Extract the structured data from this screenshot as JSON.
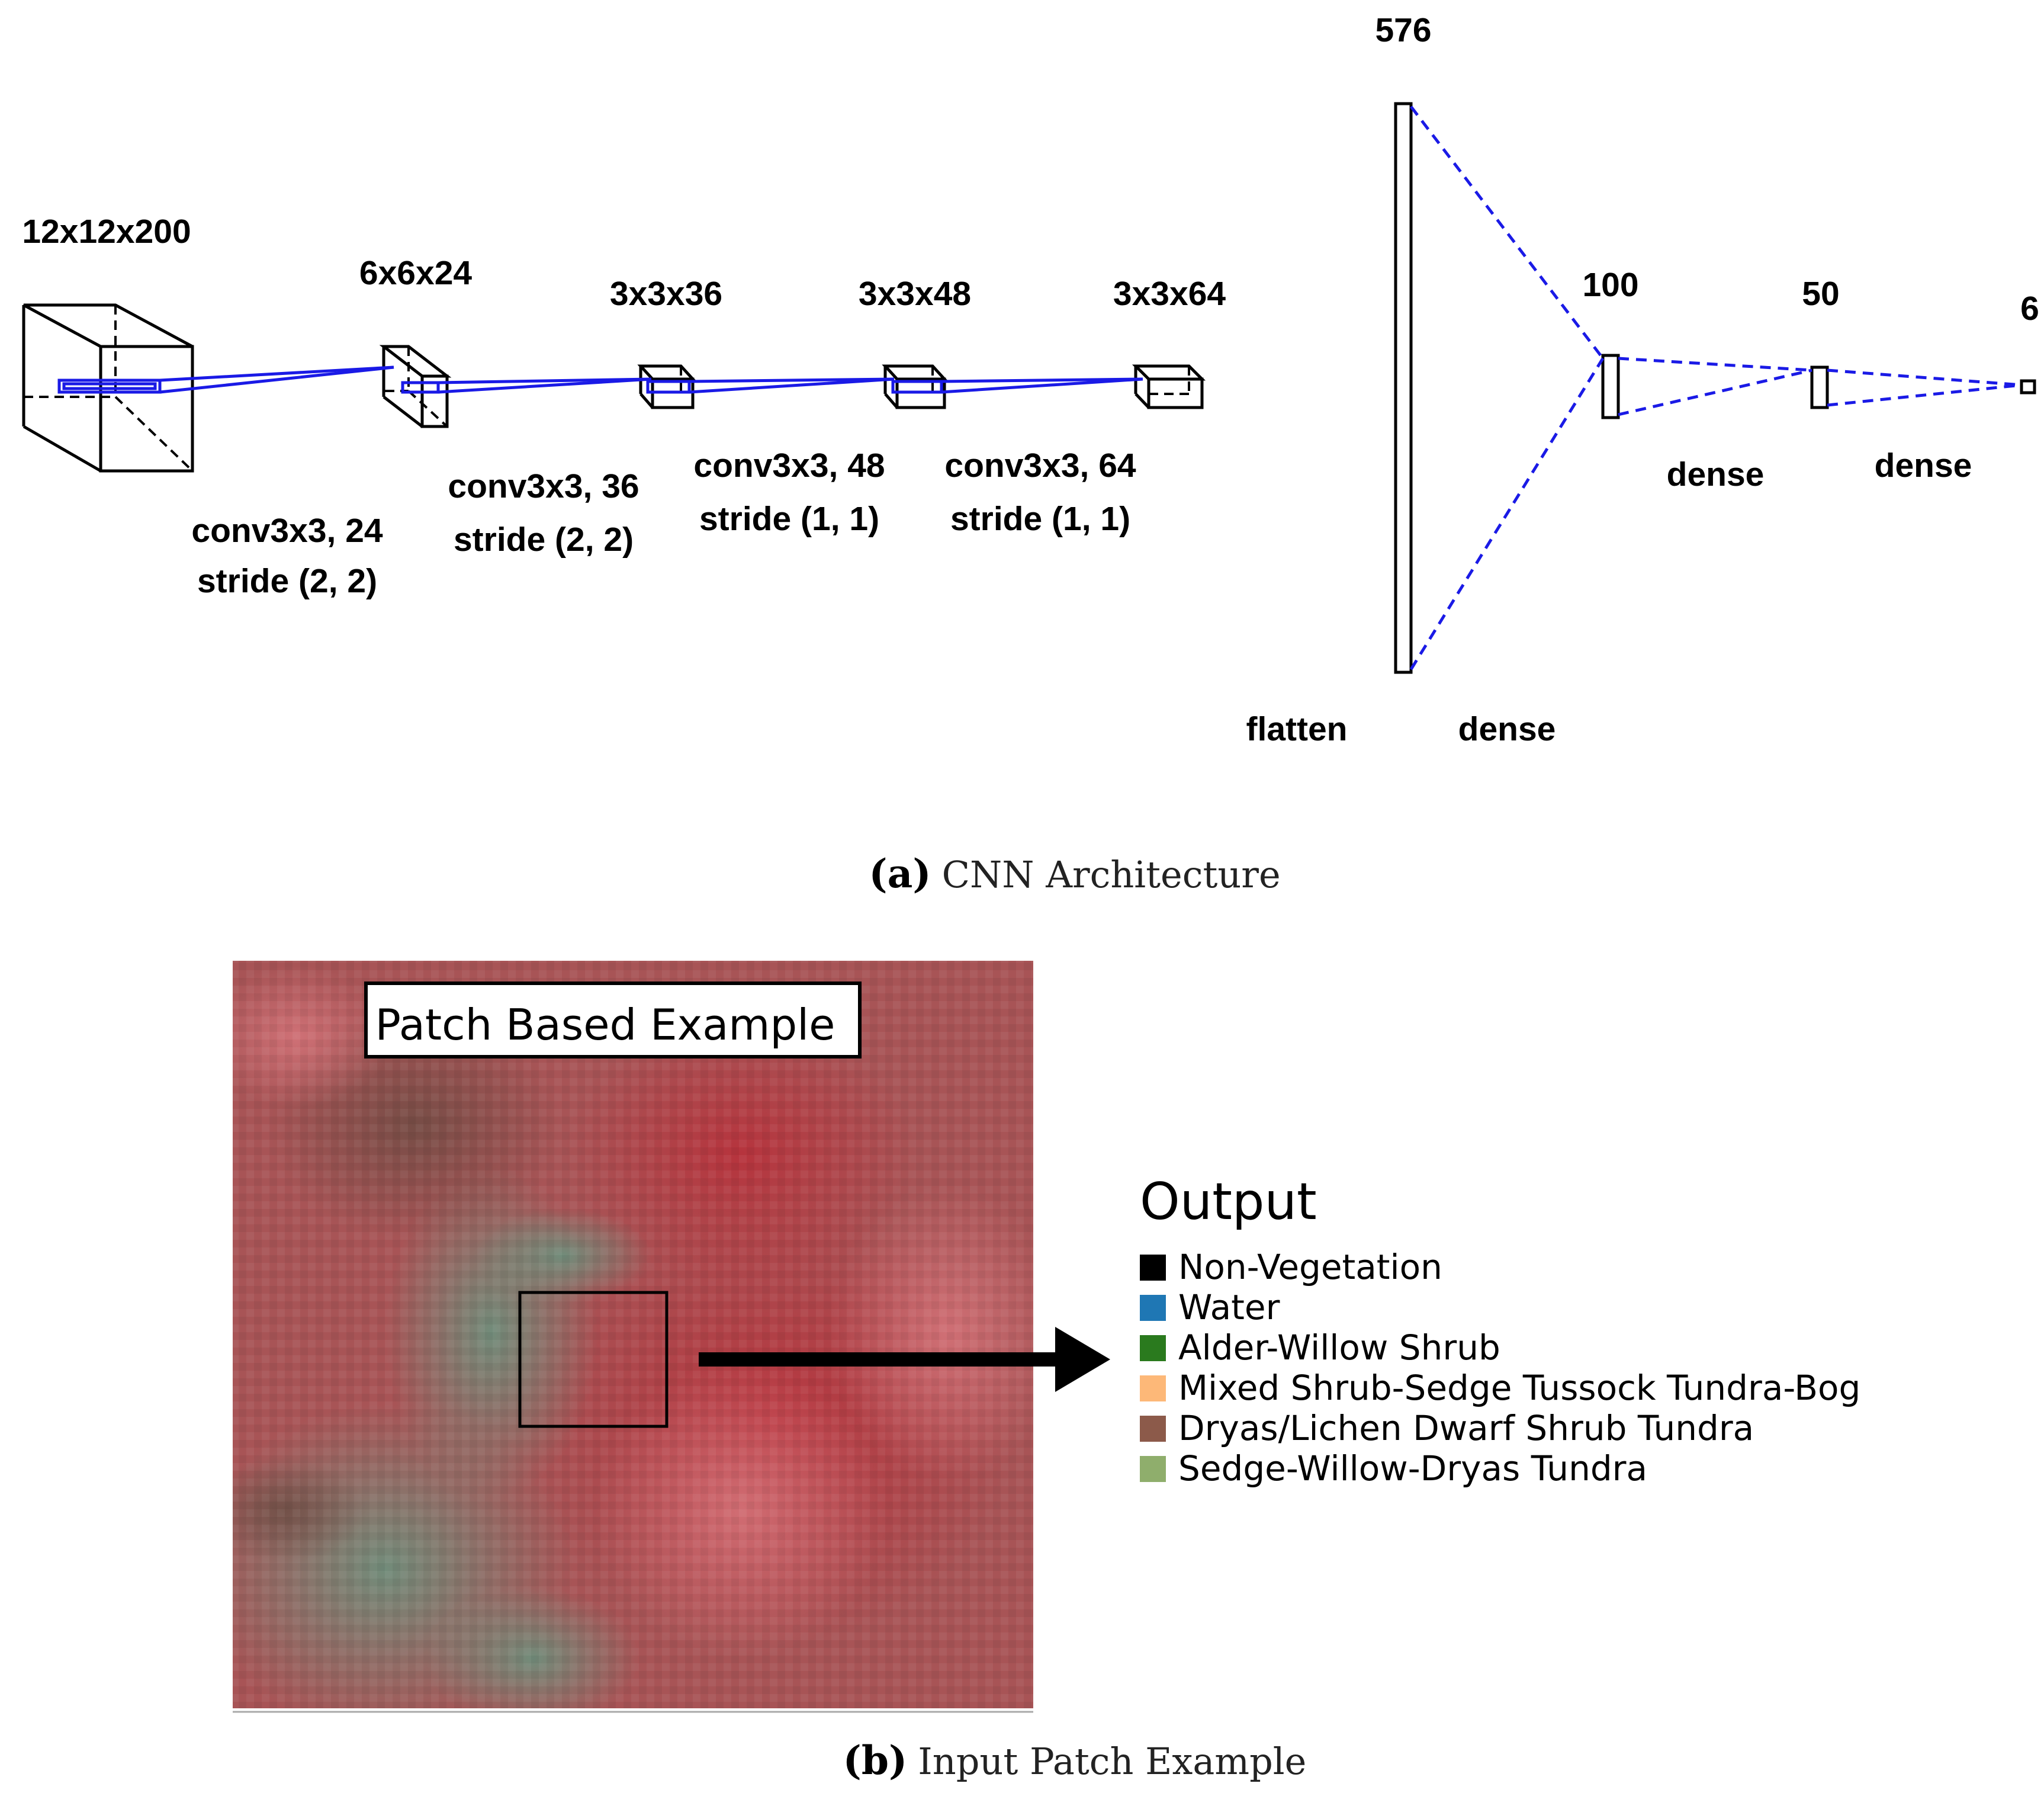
{
  "panel_a": {
    "caption_letter": "(a)",
    "caption_text": "CNN Architecture",
    "layers": [
      {
        "shape": "12x12x200",
        "op_line1": "conv3x3, 24",
        "op_line2": "stride (2, 2)"
      },
      {
        "shape": "6x6x24",
        "op_line1": "conv3x3, 36",
        "op_line2": "stride (2, 2)"
      },
      {
        "shape": "3x3x36",
        "op_line1": "conv3x3, 48",
        "op_line2": "stride (1, 1)"
      },
      {
        "shape": "3x3x48",
        "op_line1": "conv3x3, 64",
        "op_line2": "stride (1, 1)"
      },
      {
        "shape": "3x3x64"
      }
    ],
    "dense_layers": [
      {
        "size": "576",
        "label_left": "flatten",
        "label_right": "dense"
      },
      {
        "size": "100",
        "label_right": "dense"
      },
      {
        "size": "50",
        "label_right": "dense"
      },
      {
        "size": "6"
      }
    ]
  },
  "panel_b": {
    "caption_letter": "(b)",
    "caption_text": "Input Patch Example",
    "patch_title": "Patch Based Example",
    "legend_title": "Output",
    "legend": [
      {
        "label": "Non-Vegetation",
        "color": "#000000"
      },
      {
        "label": "Water",
        "color": "#1f77b4"
      },
      {
        "label": "Alder-Willow Shrub",
        "color": "#2a7a1e"
      },
      {
        "label": "Mixed Shrub-Sedge Tussock Tundra-Bog",
        "color": "#fdb878"
      },
      {
        "label": "Dryas/Lichen Dwarf Shrub Tundra",
        "color": "#8c5a4a"
      },
      {
        "label": "Sedge-Willow-Dryas Tundra",
        "color": "#8fae6c"
      }
    ]
  }
}
